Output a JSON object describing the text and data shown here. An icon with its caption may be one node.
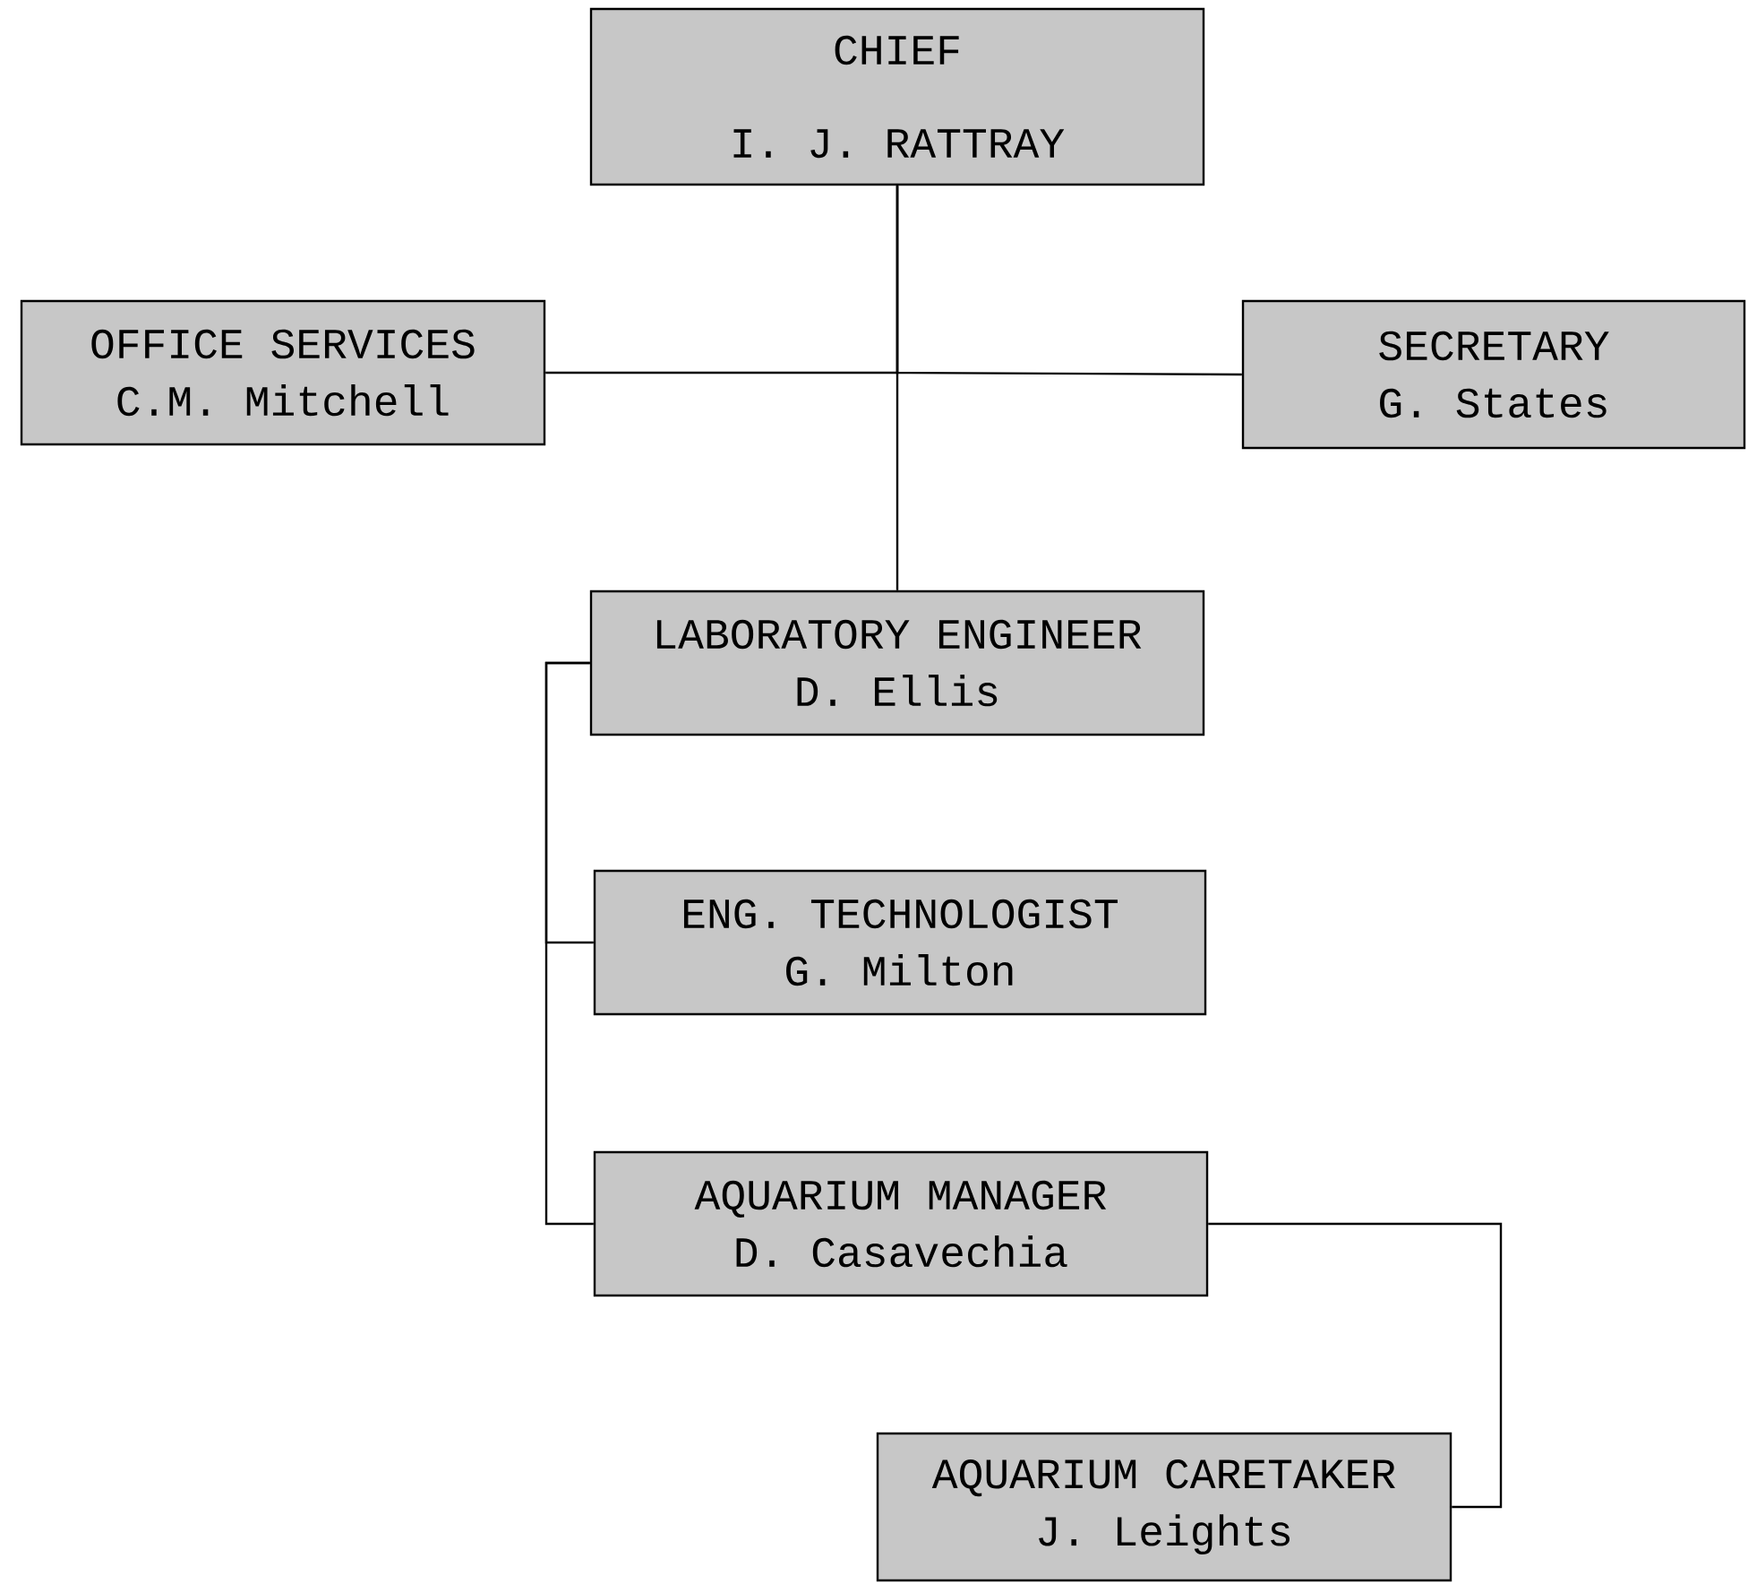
{
  "diagram": {
    "nodes": [
      {
        "text": [
          "CHIEF",
          "I. J. RATTRAY"
        ]
      },
      {
        "text": [
          "OFFICE SERVICES",
          "C.M. Mitchell"
        ]
      },
      {
        "text": [
          "SECRETARY",
          "G. States"
        ]
      },
      {
        "text": [
          "LABORATORY ENGINEER",
          "D. Ellis"
        ]
      },
      {
        "text": [
          "ENG. TECHNOLOGIST",
          "G. Milton"
        ]
      },
      {
        "text": [
          "AQUARIUM MANAGER",
          "D. Casavechia"
        ]
      },
      {
        "text": [
          "AQUARIUM CARETAKER",
          "J. Leights"
        ]
      }
    ],
    "edges": [
      {
        "from": 0,
        "to": 1,
        "arrow": "none"
      },
      {
        "from": 0,
        "to": 2,
        "arrow": "none"
      },
      {
        "from": 0,
        "to": 3,
        "arrow": "none"
      },
      {
        "from": 3,
        "to": 4,
        "arrow": "none"
      },
      {
        "from": 3,
        "to": 5,
        "arrow": "none"
      },
      {
        "from": 5,
        "to": 6,
        "arrow": "none"
      }
    ]
  }
}
